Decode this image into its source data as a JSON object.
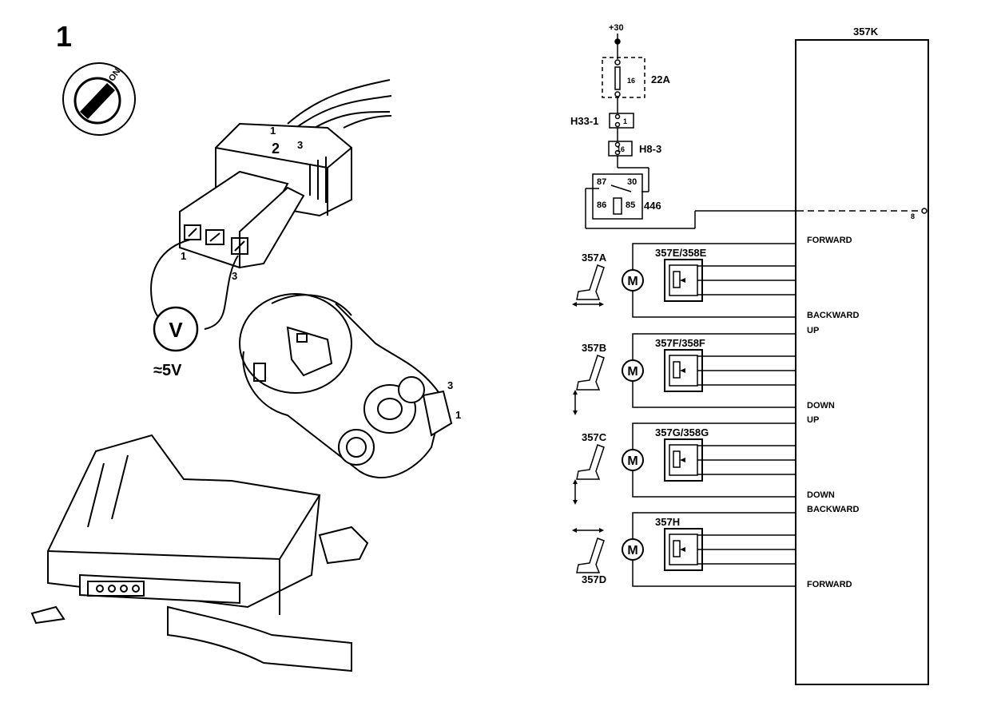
{
  "figure_number": "1",
  "switch_label": "ON",
  "connector": {
    "pins": [
      "1",
      "2",
      "3"
    ],
    "probe_pins": [
      "1",
      "3"
    ],
    "side_pins": [
      "3",
      "1"
    ],
    "meter_symbol": "V",
    "meter_reading": "≈5V"
  },
  "wiring": {
    "supply": "+30",
    "fuse_value": "16",
    "fuse_label": "22A",
    "conn_h33": "H33-1",
    "conn_h33_pin": "1",
    "conn_h8": "H8-3",
    "conn_h8_pin": "16",
    "relay_terminals": [
      "87",
      "30",
      "86",
      "85"
    ],
    "relay_label": "446",
    "ecu_label": "357K",
    "ecu_pin": "8",
    "motors": [
      {
        "symbol": "M",
        "seat_label": "357A",
        "sensor_label": "357E/358E",
        "top": "FORWARD",
        "bottom": "BACKWARD"
      },
      {
        "symbol": "M",
        "seat_label": "357B",
        "sensor_label": "357F/358F",
        "top": "UP",
        "bottom": "DOWN"
      },
      {
        "symbol": "M",
        "seat_label": "357C",
        "sensor_label": "357G/358G",
        "top": "UP",
        "bottom": "DOWN"
      },
      {
        "symbol": "M",
        "seat_label": "357D",
        "sensor_label": "357H",
        "top": "BACKWARD",
        "bottom": "FORWARD"
      }
    ]
  }
}
